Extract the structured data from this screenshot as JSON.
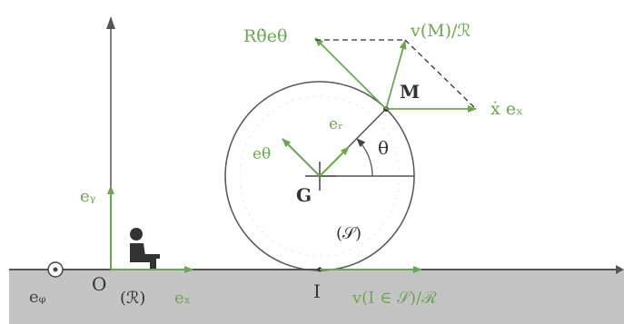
{
  "colors": {
    "green": "#6aa84f",
    "dark": "#444444",
    "ground": "#c4c4c4",
    "ground_edge": "#7a7a7a",
    "background": "#ffffff"
  },
  "labels": {
    "ex_axis": "eₓ",
    "ey_axis": "eᵧ",
    "ez": "eᵩ",
    "origin": "O",
    "frame": "(ℛ)",
    "center": "G",
    "solid": "(𝒮)",
    "contact": "I",
    "point_m": "M",
    "theta": "θ",
    "er": "eᵣ",
    "etheta": "eθ",
    "r_theta_dot": "Rθ̇eθ",
    "v_m": "v(M)/ℛ",
    "x_dot_ex": "ẋ eₓ",
    "v_i": "v(I ∈ 𝒮)/ℛ"
  },
  "icons": {
    "person": "seated-observer-icon",
    "out_of_plane": "out-of-plane-circle-icon"
  }
}
